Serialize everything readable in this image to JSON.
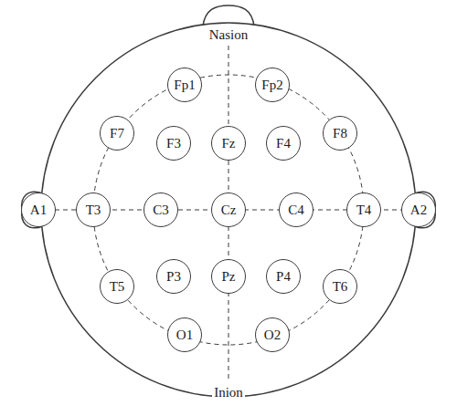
{
  "diagram": {
    "nodes": [
      {
        "text": [
          "Fp1"
        ]
      },
      {
        "text": [
          "Fp2"
        ]
      },
      {
        "text": [
          "F7"
        ]
      },
      {
        "text": [
          "F3"
        ]
      },
      {
        "text": [
          "Fz"
        ]
      },
      {
        "text": [
          "F4"
        ]
      },
      {
        "text": [
          "F8"
        ]
      },
      {
        "text": [
          "A1"
        ]
      },
      {
        "text": [
          "T3"
        ]
      },
      {
        "text": [
          "C3"
        ]
      },
      {
        "text": [
          "Cz"
        ]
      },
      {
        "text": [
          "C4"
        ]
      },
      {
        "text": [
          "T4"
        ]
      },
      {
        "text": [
          "A2"
        ]
      },
      {
        "text": [
          "T5"
        ]
      },
      {
        "text": [
          "P3"
        ]
      },
      {
        "text": [
          "Pz"
        ]
      },
      {
        "text": [
          "P4"
        ]
      },
      {
        "text": [
          "T6"
        ]
      },
      {
        "text": [
          "O1"
        ]
      },
      {
        "text": [
          "O2"
        ]
      }
    ],
    "labels": [
      "Nasion",
      "Inion"
    ]
  }
}
